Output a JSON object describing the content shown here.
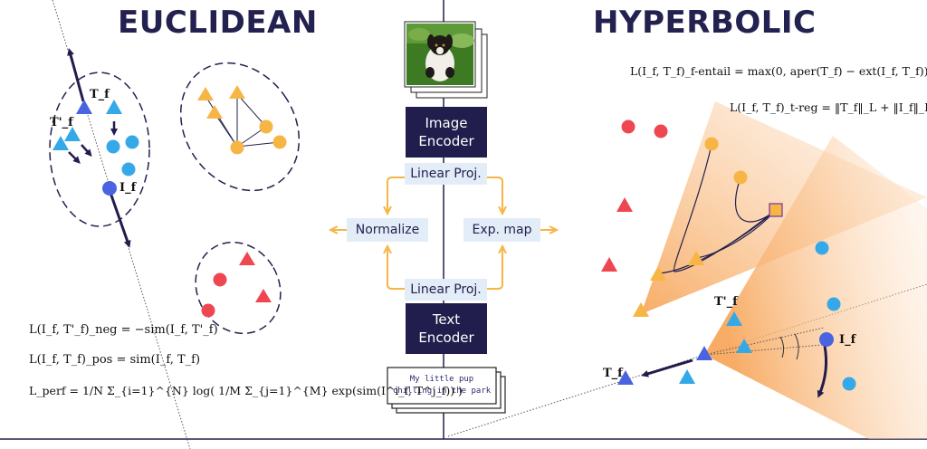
{
  "titles": {
    "euclidean": "EUCLIDEAN",
    "hyperbolic": "HYPERBOLIC"
  },
  "blocks": {
    "image_encoder": "Image\nEncoder",
    "linear_proj_top": "Linear Proj.",
    "normalize": "Normalize",
    "exp_map": "Exp. map",
    "linear_proj_bottom": "Linear Proj.",
    "text_encoder": "Text\nEncoder"
  },
  "caption_text": "My little pup\nchilling in the park",
  "equations": {
    "neg": {
      "lhs": "L(I_f, T'_f)_neg",
      "rhs": "−sim(I_f, T'_f)"
    },
    "pos": {
      "lhs": "L(I_f, T_f)_pos",
      "rhs": "sim(I_f, T_f)"
    },
    "perf": "L_perf = 1/N Σ_{i=1}^{N} log( 1/M Σ_{j=1}^{M} exp(sim(I^i_f, T^j_f)) )",
    "entail": "L(I_f, T_f)_f-entail = max(0, aper(T_f) − ext(I_f, T_f))",
    "reg": "L(I_f, T_f)_t-reg = ‖T_f‖_L + ‖I_f‖_L"
  },
  "point_labels": {
    "euc_T": "T_f",
    "euc_Tprime": "T'_f",
    "euc_I": "I_f",
    "hyp_Tprime": "T'_f",
    "hyp_I": "I_f",
    "hyp_T": "T_f"
  },
  "colors": {
    "navy": "#211d4c",
    "light_block": "#e3edf8",
    "cyan": "#35a9e8",
    "blue": "#4a63e0",
    "red": "#ee4751",
    "orange": "#f6b545",
    "cone": "#f9c08c"
  },
  "icons": {
    "image_stack": "dog-photo-icon",
    "arrows": "arrow-icon"
  }
}
